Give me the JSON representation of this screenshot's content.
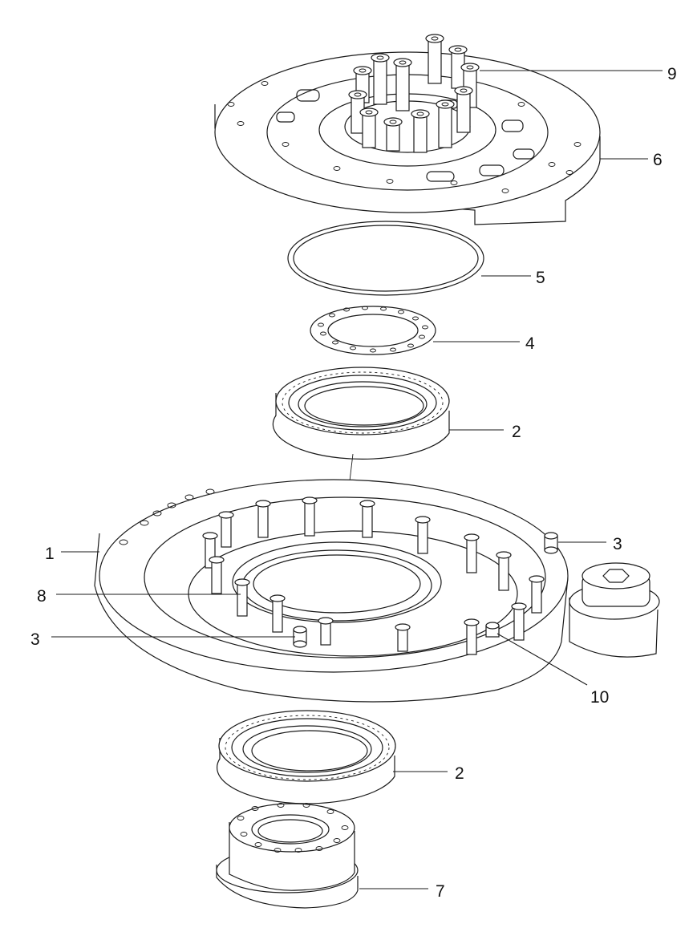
{
  "labels": {
    "l9": "9",
    "l6": "6",
    "l5": "5",
    "l4": "4",
    "l2a": "2",
    "l1": "1",
    "l3a": "3",
    "l8": "8",
    "l3b": "3",
    "l10": "10",
    "l2b": "2",
    "l7": "7"
  }
}
